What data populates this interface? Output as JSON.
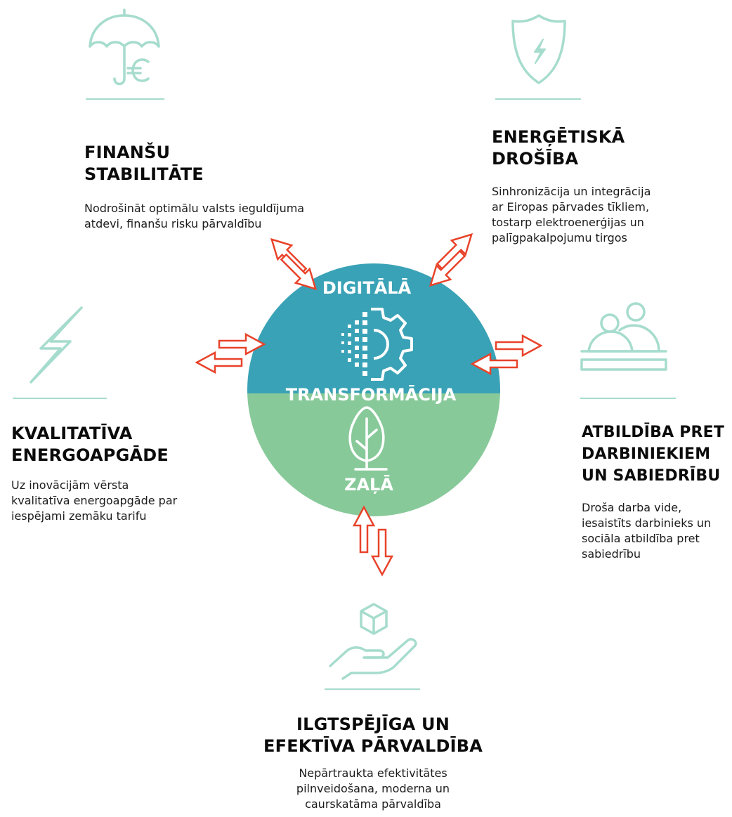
{
  "hub": {
    "top_label": "DIGITĀLĀ",
    "middle_label": "TRANSFORMĀCIJA",
    "bottom_label": "ZAĻĀ",
    "top_color": "#3aa2b6",
    "bottom_color": "#88c99a",
    "gear_icon": "digital-gear-icon",
    "tree_icon": "tree-icon"
  },
  "colors": {
    "arrow": "#e8432a",
    "icon_stroke": "#a6dccd"
  },
  "pillars": {
    "financial": {
      "icon": "umbrella-euro-icon",
      "title_line1": "FINANŠU",
      "title_line2": "STABILITĀTE",
      "desc_line1": "Nodrošināt optimālu valsts ieguldījuma",
      "desc_line2": "atdevi, finanšu risku pārvaldību"
    },
    "energy_security": {
      "icon": "shield-lightning-icon",
      "title_line1": "ENERĢĒTISKĀ",
      "title_line2": "DROŠĪBA",
      "desc_line1": "Sinhronizācija un integrācija",
      "desc_line2": "ar Eiropas pārvades tīkliem,",
      "desc_line3": "tostarp elektroenerģijas un",
      "desc_line4": "palīgpakalpojumu tirgos"
    },
    "quality_supply": {
      "icon": "lightning-icon",
      "title_line1": "KVALITATĪVA",
      "title_line2": "ENERGOAPGĀDE",
      "desc_line1": "Uz inovācijām vērsta",
      "desc_line2": "kvalitatīva energoapgāde par",
      "desc_line3": "iespējami zemāku tarifu"
    },
    "responsibility": {
      "icon": "people-icon",
      "title_line1": "ATBILDĪBA PRET",
      "title_line2": "DARBINIEKIEM",
      "title_line3": "UN SABIEDRĪBU",
      "desc_line1": "Droša darba vide,",
      "desc_line2": "iesaistīts darbinieks un",
      "desc_line3": "sociāla atbildība pret",
      "desc_line4": "sabiedrību"
    },
    "governance": {
      "icon": "hand-cube-icon",
      "title_line1": "ILGTSPĒJĪGA UN",
      "title_line2": "EFEKTĪVA PĀRVALDĪBA",
      "desc_line1": "Nepārtraukta efektivitātes",
      "desc_line2": "pilnveidošana, moderna un",
      "desc_line3": "caurskatāma pārvaldība"
    }
  }
}
